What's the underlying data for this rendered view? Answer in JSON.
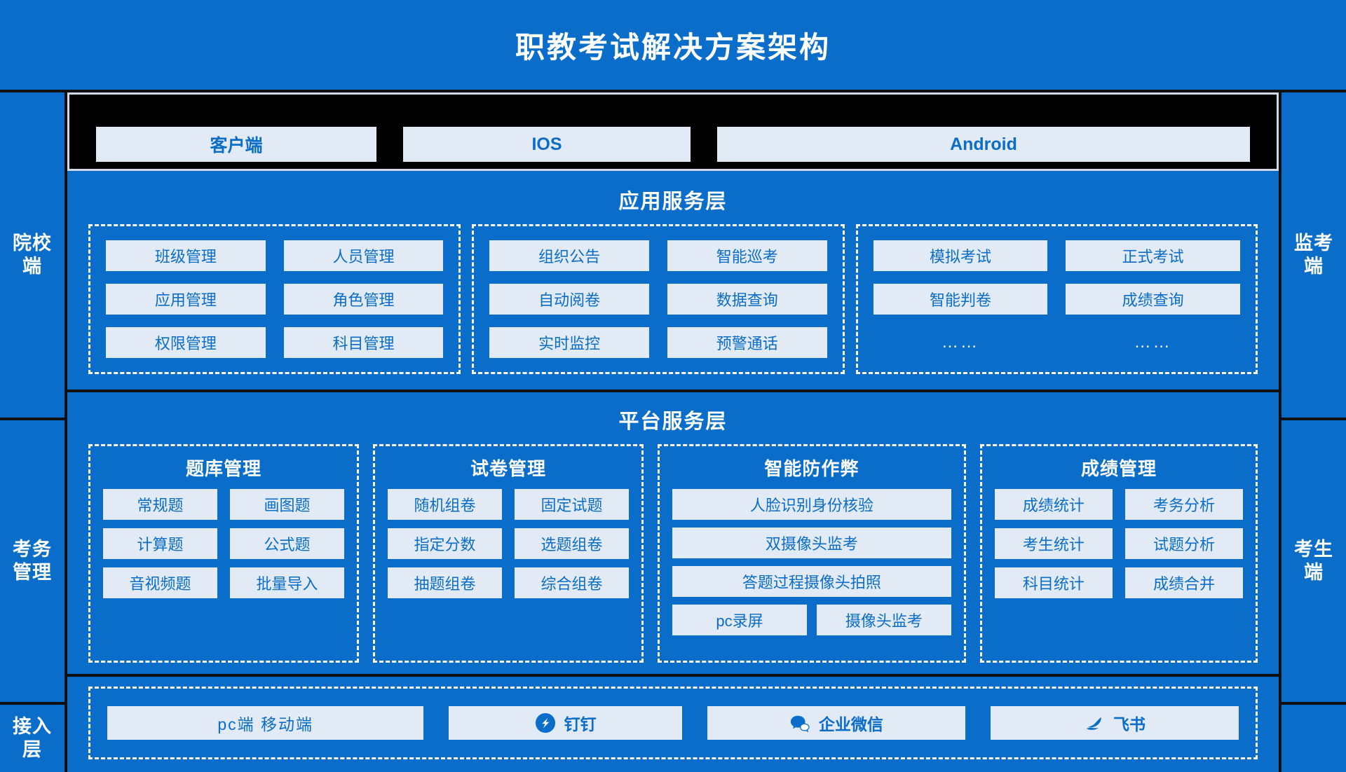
{
  "title": "职教考试解决方案架构",
  "colors": {
    "brand_blue": "#0a6dc9",
    "chip_bg": "#e2eaf5",
    "chip_text": "#0a6dc9",
    "black_band": "#000000",
    "dashed_border": "#ffffff"
  },
  "side_left": [
    {
      "label": "院校\n端"
    },
    {
      "label": "考务\n管理"
    },
    {
      "label": "接入\n层"
    }
  ],
  "side_right": [
    {
      "label": "监考\n端"
    },
    {
      "label": "考生\n端"
    }
  ],
  "clients": [
    {
      "label": "客户端"
    },
    {
      "label": "IOS"
    },
    {
      "label": "Android"
    }
  ],
  "app_layer": {
    "title": "应用服务层",
    "groups": [
      {
        "items": [
          "班级管理",
          "人员管理",
          "应用管理",
          "角色管理",
          "权限管理",
          "科目管理"
        ]
      },
      {
        "items": [
          "组织公告",
          "智能巡考",
          "自动阅卷",
          "数据查询",
          "实时监控",
          "预警通话"
        ]
      },
      {
        "items": [
          "模拟考试",
          "正式考试",
          "智能判卷",
          "成绩查询"
        ],
        "ellipsis": [
          "……",
          "……"
        ]
      }
    ]
  },
  "platform_layer": {
    "title": "平台服务层",
    "groups": [
      {
        "title": "题库管理",
        "items": [
          "常规题",
          "画图题",
          "计算题",
          "公式题",
          "音视频题",
          "批量导入"
        ]
      },
      {
        "title": "试卷管理",
        "items": [
          "随机组卷",
          "固定试题",
          "指定分数",
          "选题组卷",
          "抽题组卷",
          "综合组卷"
        ]
      },
      {
        "title": "智能防作弊",
        "items": [
          "人脸识别身份核验",
          "双摄像头监考",
          "答题过程摄像头拍照"
        ],
        "split_items": [
          "pc录屏",
          "摄像头监考"
        ]
      },
      {
        "title": "成绩管理",
        "items": [
          "成绩统计",
          "考务分析",
          "考生统计",
          "试题分析",
          "科目统计",
          "成绩合并"
        ]
      }
    ]
  },
  "access_layer": {
    "items": [
      {
        "label": "pc端   移动端",
        "icon": ""
      },
      {
        "label": "钉钉",
        "icon": "dingtalk-icon"
      },
      {
        "label": "企业微信",
        "icon": "wecom-icon"
      },
      {
        "label": "飞书",
        "icon": "feishu-icon"
      }
    ]
  }
}
